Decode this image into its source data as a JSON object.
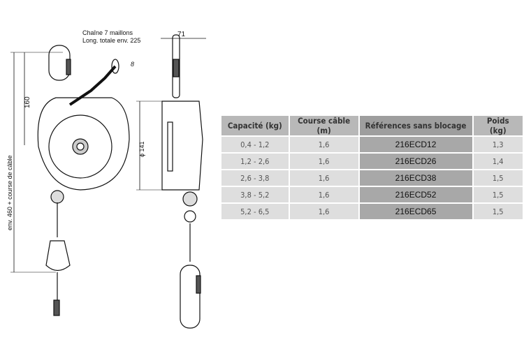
{
  "drawing": {
    "chain_label_line1": "Chaîne 7 maillons",
    "chain_label_line2": "Long. totale env. 225",
    "chain_dim": "8",
    "width_dim": "71",
    "height_dim": "160",
    "total_dim": "env. 460  +  course de câble",
    "diameter_dim": "ϕ 141"
  },
  "table": {
    "headers": [
      "Capacité (kg)",
      "Course câble (m)",
      "Références sans blocage",
      "Poids (kg)"
    ],
    "rows": [
      [
        "0,4 - 1,2",
        "1,6",
        "216ECD12",
        "1,3"
      ],
      [
        "1,2 - 2,6",
        "1,6",
        "216ECD26",
        "1,4"
      ],
      [
        "2,6 - 3,8",
        "1,6",
        "216ECD38",
        "1,5"
      ],
      [
        "3,8 - 5,2",
        "1,6",
        "216ECD52",
        "1,5"
      ],
      [
        "5,2 - 6,5",
        "1,6",
        "216ECD65",
        "1,5"
      ]
    ]
  }
}
